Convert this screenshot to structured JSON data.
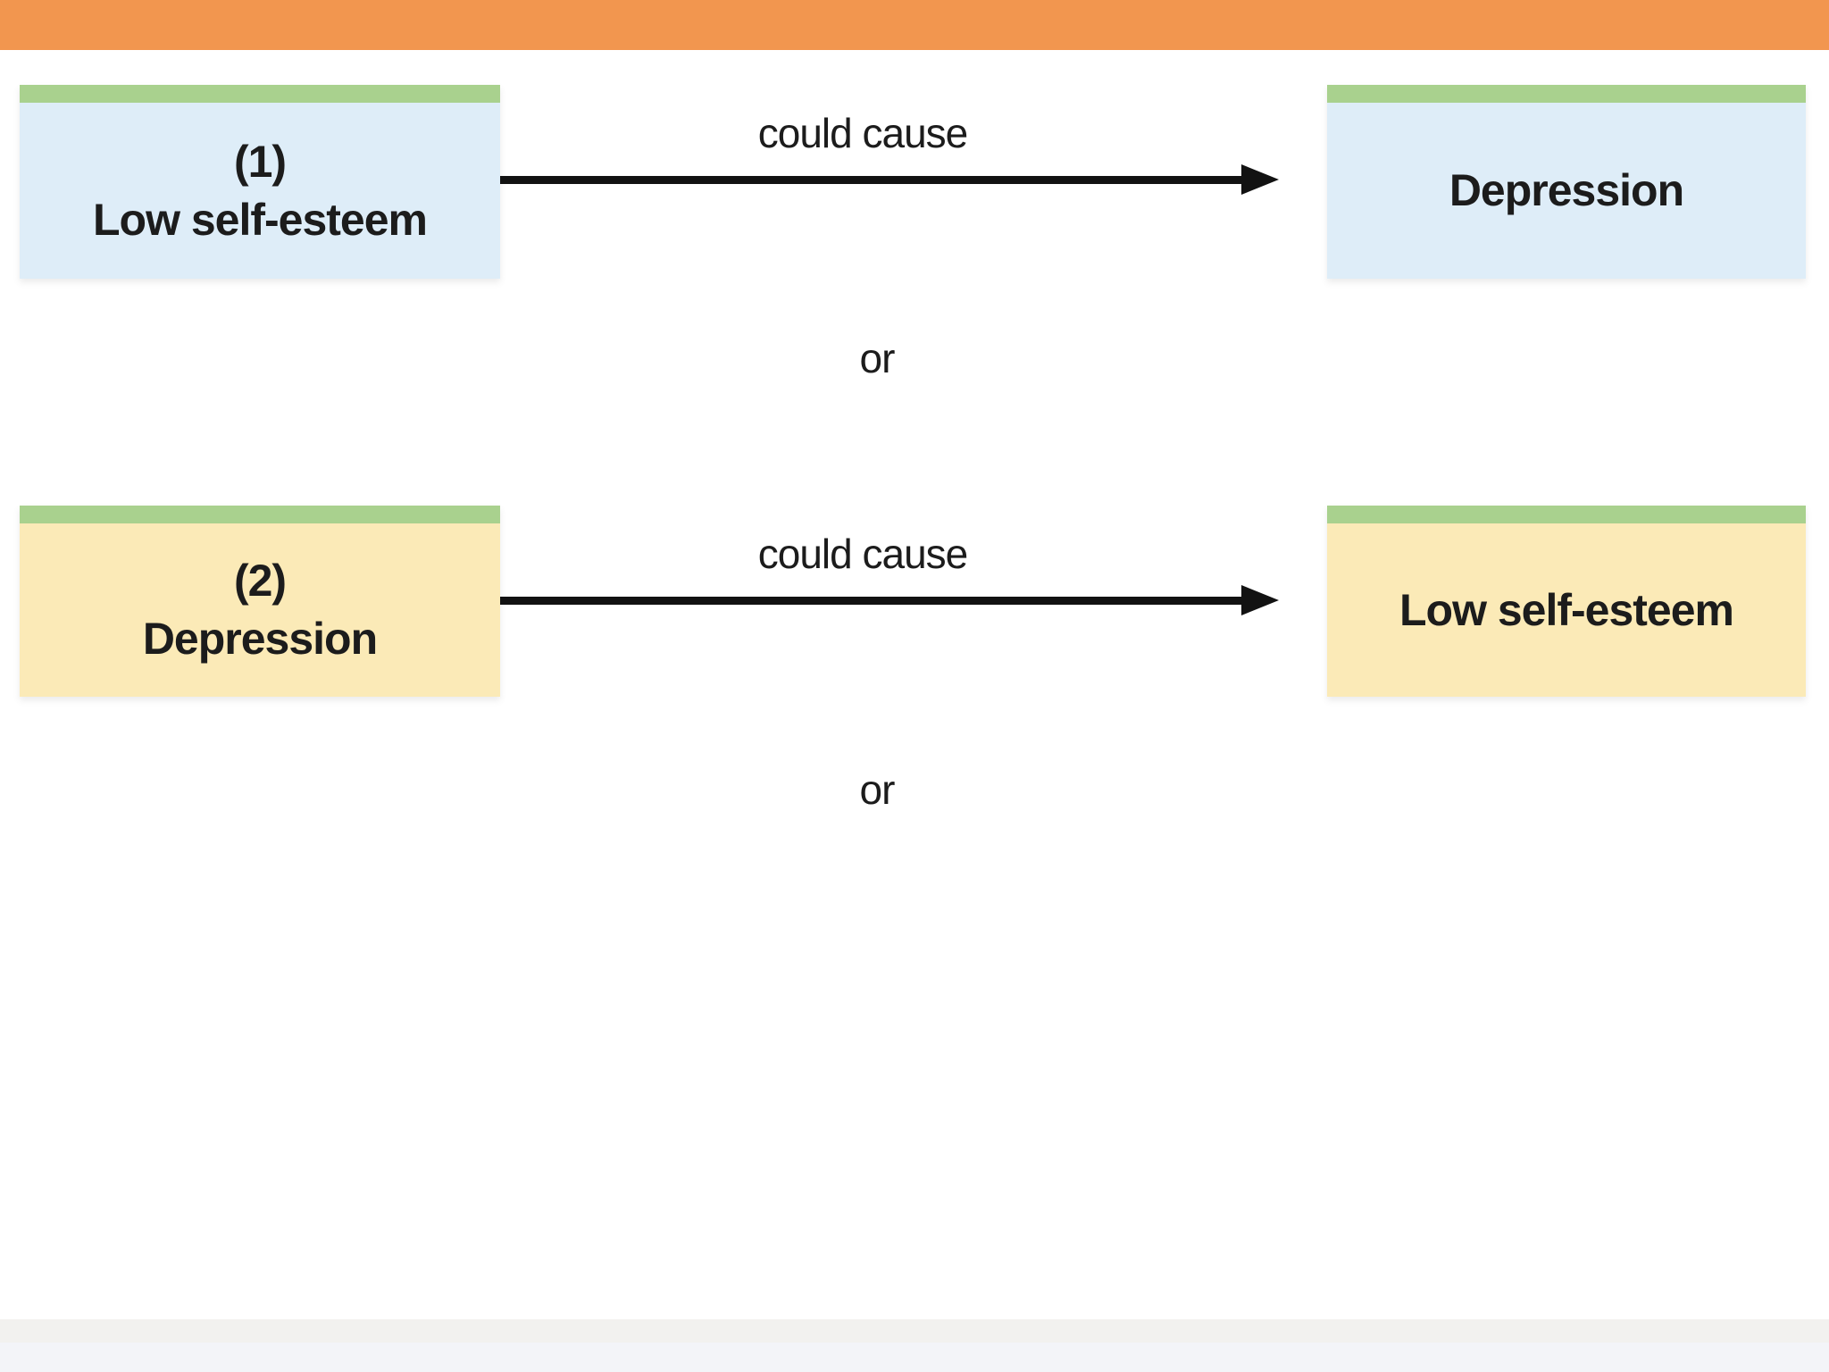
{
  "colors": {
    "page-bg": "#FFFFFF",
    "orange": "#F2964F",
    "green": "#A9D18E",
    "blue": "#DEEDF8",
    "yellow": "#FBEAB7",
    "ink": "#1C1C1C",
    "arrow": "#121212",
    "band1": "#F2F1EF",
    "band2": "#F3F4F8"
  },
  "diagram": {
    "rows": [
      {
        "source": {
          "number": "(1)",
          "label": "Low self-esteem"
        },
        "relation": "could cause",
        "target": {
          "label": "Depression"
        },
        "separator": "or"
      },
      {
        "source": {
          "number": "(2)",
          "label": "Depression"
        },
        "relation": "could cause",
        "target": {
          "label": "Low self-esteem"
        },
        "separator": "or"
      }
    ]
  }
}
